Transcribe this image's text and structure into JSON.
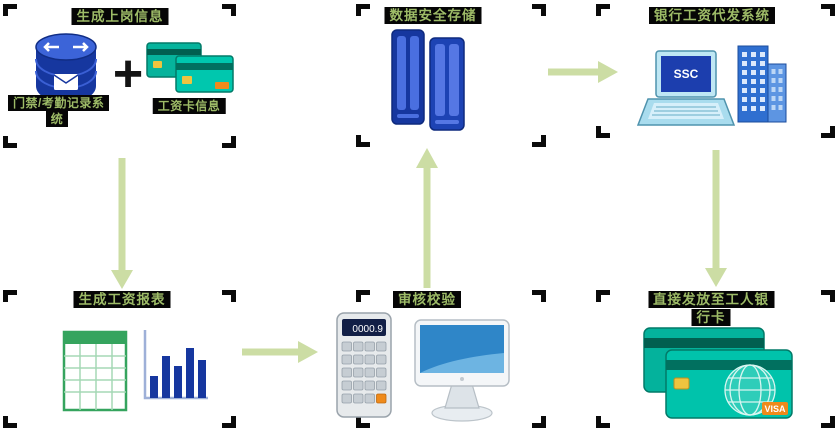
{
  "sections": {
    "onboarding": {
      "title": "生成上岗信息",
      "system_caption": "门禁/考勤记录系统",
      "plus": "+",
      "card_caption": "工资卡信息"
    },
    "storage": {
      "title": "数据安全存储"
    },
    "bank_system": {
      "title": "银行工资代发系统",
      "laptop_screen": "SSC"
    },
    "report": {
      "title": "生成工资报表"
    },
    "audit": {
      "title": "审核校验",
      "calculator_display": "0000.9"
    },
    "issue": {
      "title": "直接发放至工人银行卡",
      "card_brand": "VISA"
    }
  },
  "flow": [
    {
      "from": "生成上岗信息",
      "to": "生成工资报表"
    },
    {
      "from": "生成工资报表",
      "to": "审核校验"
    },
    {
      "from": "审核校验",
      "to": "数据安全存储"
    },
    {
      "from": "数据安全存储",
      "to": "银行工资代发系统"
    },
    {
      "from": "银行工资代发系统",
      "to": "直接发放至工人银行卡"
    }
  ],
  "icons": {
    "onboarding_system": "database-router-icon",
    "onboarding_plus": "plus-icon",
    "onboarding_cards": "credit-cards-icon",
    "storage": "server-towers-icon",
    "bank_laptop": "laptop-icon",
    "bank_building": "office-building-icon",
    "report_sheet": "spreadsheet-icon",
    "report_chart": "bar-chart-icon",
    "audit_calculator": "calculator-icon",
    "audit_computer": "desktop-monitor-icon",
    "issue_cards": "bank-cards-icon"
  },
  "colors": {
    "background": "#ffffff",
    "bracket": "#0a0a0a",
    "label_bg": "#060606",
    "label_text": "#9dbb67",
    "arrow": "#ccdda4",
    "icon_blue": "#16379f",
    "card_teal": "#04b29c",
    "brand_orange": "#ef8a1b"
  }
}
